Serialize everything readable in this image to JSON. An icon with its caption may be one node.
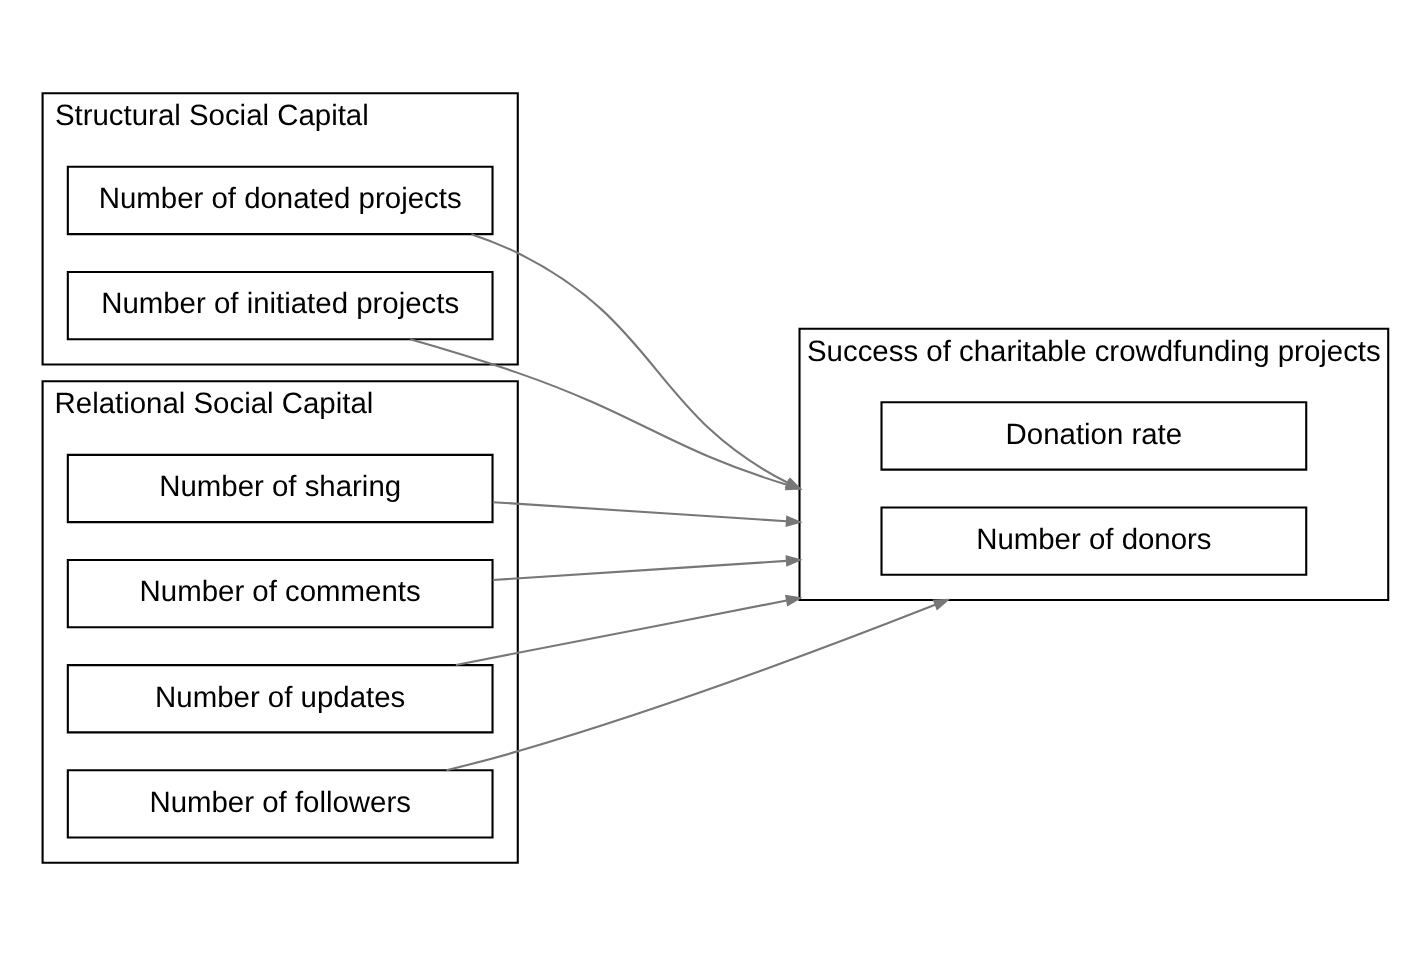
{
  "diagram": {
    "nodes": [
      {
        "text": [
          "Structural Social Capital"
        ]
      },
      {
        "text": [
          "Number of initiated projects"
        ],
        "in": 0
      },
      {
        "text": [
          "Number of donated projects"
        ],
        "in": 0
      },
      {
        "text": [
          "Relational Social Capital"
        ]
      },
      {
        "text": [
          "Number of followers"
        ],
        "in": 3
      },
      {
        "text": [
          "Number of updates"
        ],
        "in": 3
      },
      {
        "text": [
          "Number of comments"
        ],
        "in": 3
      },
      {
        "text": [
          "Number of sharing"
        ],
        "in": 3
      },
      {
        "text": [
          "Success of charitable crowdfunding projects"
        ]
      },
      {
        "text": [
          "Number of donors"
        ],
        "in": 8
      },
      {
        "text": [
          "Donation rate"
        ],
        "in": 8
      }
    ],
    "edges": [
      {
        "from": 1,
        "to": 8,
        "arrow": "to"
      },
      {
        "from": 2,
        "to": 8,
        "arrow": "to"
      },
      {
        "from": 4,
        "to": 8,
        "arrow": "to"
      },
      {
        "from": 5,
        "to": 8,
        "arrow": "to"
      },
      {
        "from": 6,
        "to": 8,
        "arrow": "to"
      },
      {
        "from": 7,
        "to": 8,
        "arrow": "to"
      }
    ]
  }
}
